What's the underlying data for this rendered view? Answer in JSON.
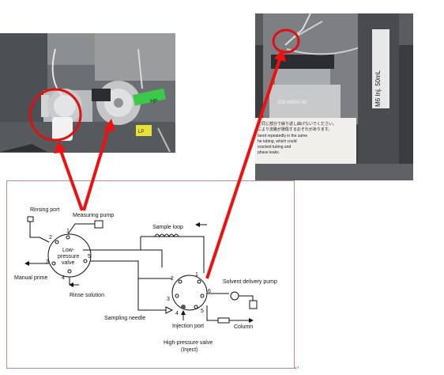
{
  "photo_right_label": {
    "line1": "M6 Inj. 50mL",
    "part_no": "228-48850-92"
  },
  "photo_right_warning": {
    "line1": "を同じ部分で繰り返し曲げないでください。",
    "line2": "により流路が損傷するおそれがあります。",
    "line3": "bend repeatedly in the same",
    "line4": "he tubing, which could",
    "line5": "cracked tubing and",
    "line6": "phase leaks."
  },
  "photo_left_tags": {
    "tag1": "HP",
    "tag2": "LP"
  },
  "diagram": {
    "rinsing_port": "Rinsing port",
    "measuring_pump": "Measuring pump",
    "sample_loop": "Sample loop",
    "low_pressure_valve_1": "Low-",
    "low_pressure_valve_2": "pressure",
    "low_pressure_valve_3": "valve",
    "manual_prime": "Manual prime",
    "rinse_solution": "Rinse solution",
    "sampling_needle": "Sampling needle",
    "injection_port": "Injection port",
    "solvent_delivery_pump": "Solvent delivery pump",
    "column": "Column",
    "hp_valve_title": "High-pressure valve",
    "hp_valve_mode": "(Inject)",
    "lp_port_numbers": [
      "1",
      "2",
      "3",
      "4",
      "5"
    ],
    "hp_port_numbers": [
      "1",
      "2",
      "3",
      "4",
      "5",
      "6"
    ]
  },
  "colors": {
    "arrow": "#ee1111",
    "frame": "#c88a8a",
    "highlight_circle": "#dd1111"
  }
}
